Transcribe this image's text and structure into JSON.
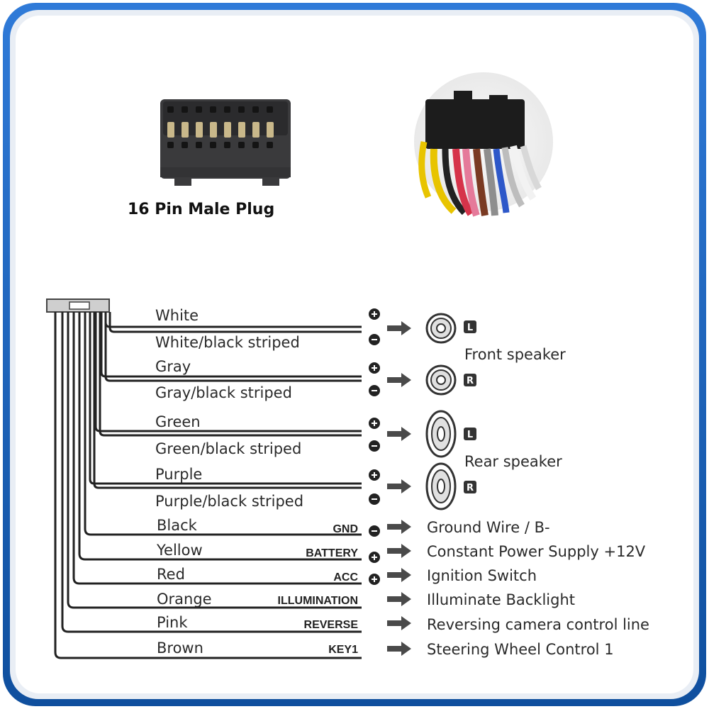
{
  "plug_label": "16 Pin Male Plug",
  "speaker_wires": [
    {
      "name": "White"
    },
    {
      "name": "White/black striped"
    },
    {
      "name": "Gray"
    },
    {
      "name": "Gray/black striped"
    },
    {
      "name": "Green"
    },
    {
      "name": "Green/black striped"
    },
    {
      "name": "Purple"
    },
    {
      "name": "Purple/black striped"
    }
  ],
  "speakers": {
    "front_label": "Front speaker",
    "rear_label": "Rear speaker",
    "left_badge": "L",
    "right_badge": "R"
  },
  "function_wires": [
    {
      "name": "Black",
      "function": "GND",
      "polarity": "minus",
      "description": "Ground Wire / B-"
    },
    {
      "name": "Yellow",
      "function": "BATTERY",
      "polarity": "plus",
      "description": "Constant Power Supply +12V"
    },
    {
      "name": "Red",
      "function": "ACC",
      "polarity": "plus",
      "description": "Ignition Switch"
    },
    {
      "name": "Orange",
      "function": "ILLUMINATION",
      "polarity": "",
      "description": "Illuminate Backlight"
    },
    {
      "name": "Pink",
      "function": "REVERSE",
      "polarity": "",
      "description": "Reversing camera control line"
    },
    {
      "name": "Brown",
      "function": "KEY1",
      "polarity": "",
      "description": "Steering Wheel Control 1"
    }
  ],
  "colors": {
    "frame_blue": "#1a5fb4",
    "wire": "#222222",
    "arrow": "#4a4a4a"
  }
}
